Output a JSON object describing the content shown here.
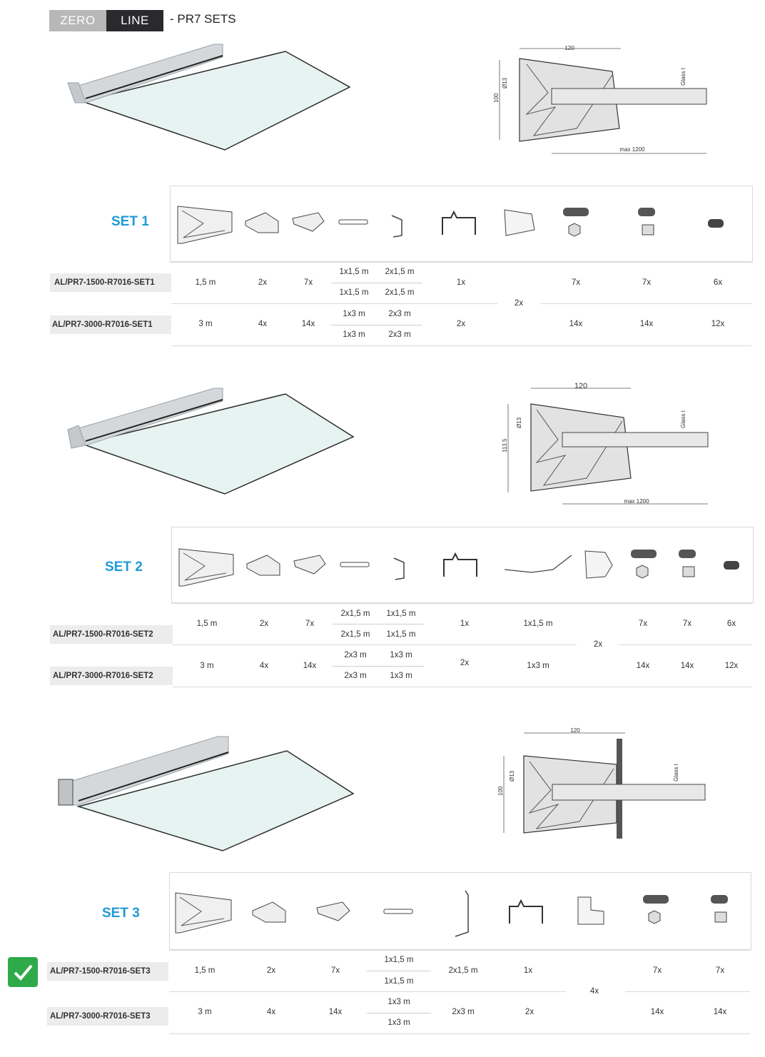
{
  "header": {
    "zero": "ZERO",
    "line": "LINE",
    "rest": "- PR7 SETS"
  },
  "drawing1": {
    "width": "120",
    "height": "100",
    "dia": "Ø13",
    "glass": "Glass t",
    "max": "max 1200"
  },
  "drawing2": {
    "width": "120",
    "height": "113.5",
    "dia": "Ø13",
    "glass": "Glass t",
    "max": "max 1200"
  },
  "drawing3": {
    "width": "120",
    "height": "100",
    "dia": "Ø13",
    "glass": "Glass t"
  },
  "set1": {
    "label": "SET 1",
    "rows": [
      {
        "code": "AL/PR7-1500-R7016-SET1",
        "profile": "1,5 m",
        "c1": "2x",
        "c2": "7x",
        "a1": "1x1,5 m",
        "b1": "2x1,5 m",
        "a2": "1x1,5 m",
        "b2": "2x1,5 m",
        "drip": "1x",
        "s1": "7x",
        "s2": "7x",
        "s3": "6x"
      },
      {
        "code": "AL/PR7-3000-R7016-SET1",
        "profile": "3 m",
        "c1": "4x",
        "c2": "14x",
        "a1": "1x3 m",
        "b1": "2x3 m",
        "a2": "1x3 m",
        "b2": "2x3 m",
        "drip": "2x",
        "s1": "14x",
        "s2": "14x",
        "s3": "12x"
      }
    ],
    "endcap": "2x"
  },
  "set2": {
    "label": "SET 2",
    "rows": [
      {
        "code": "AL/PR7-1500-R7016-SET2",
        "profile": "1,5 m",
        "c1": "2x",
        "c2": "7x",
        "a1": "2x1,5 m",
        "b1": "1x1,5 m",
        "a2": "2x1,5 m",
        "b2": "1x1,5 m",
        "drip": "1x",
        "gutter": "1x1,5 m",
        "s1": "7x",
        "s2": "7x",
        "s3": "6x"
      },
      {
        "code": "AL/PR7-3000-R7016-SET2",
        "profile": "3 m",
        "c1": "4x",
        "c2": "14x",
        "a1": "2x3 m",
        "b1": "1x3 m",
        "a2": "2x3 m",
        "b2": "1x3 m",
        "drip": "2x",
        "gutter": "1x3 m",
        "s1": "14x",
        "s2": "14x",
        "s3": "12x"
      }
    ],
    "endcap": "2x"
  },
  "set3": {
    "label": "SET 3",
    "rows": [
      {
        "code": "AL/PR7-1500-R7016-SET3",
        "profile": "1,5 m",
        "c1": "2x",
        "c2": "7x",
        "a1": "1x1,5 m",
        "a2": "1x1,5 m",
        "b": "2x1,5 m",
        "drip": "1x",
        "s1": "7x",
        "s2": "7x"
      },
      {
        "code": "AL/PR7-3000-R7016-SET3",
        "profile": "3 m",
        "c1": "4x",
        "c2": "14x",
        "a1": "1x3 m",
        "a2": "1x3 m",
        "b": "2x3 m",
        "drip": "2x",
        "s1": "14x",
        "s2": "14x"
      }
    ],
    "endcap": "4x"
  },
  "colors": {
    "accent": "#1e9ad6",
    "check": "#2eaa4a",
    "header_dark": "#2a2a2e",
    "header_light": "#b8b8b8"
  }
}
